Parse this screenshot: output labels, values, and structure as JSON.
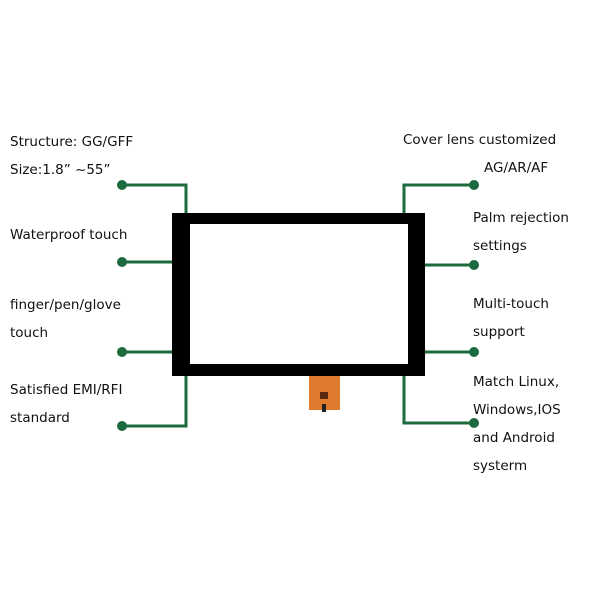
{
  "colors": {
    "connector": "#1b6b3e",
    "bezel": "#000000",
    "fpc": "#e07a2c"
  },
  "left_features": [
    {
      "lines": [
        "Structure: GG/GFF",
        "Size:1.8”  ~55”"
      ]
    },
    {
      "lines": [
        "Waterproof touch"
      ]
    },
    {
      "lines": [
        "finger/pen/glove",
        "touch"
      ]
    },
    {
      "lines": [
        "Satisfied EMI/RFI",
        "standard"
      ]
    }
  ],
  "right_features": [
    {
      "lines": [
        "Cover lens customized",
        "AG/AR/AF"
      ]
    },
    {
      "lines": [
        "Palm rejection",
        "settings"
      ]
    },
    {
      "lines": [
        "Multi-touch",
        "support"
      ]
    },
    {
      "lines": [
        "Match Linux,",
        "Windows,IOS",
        "and Android",
        "systerm"
      ]
    }
  ]
}
